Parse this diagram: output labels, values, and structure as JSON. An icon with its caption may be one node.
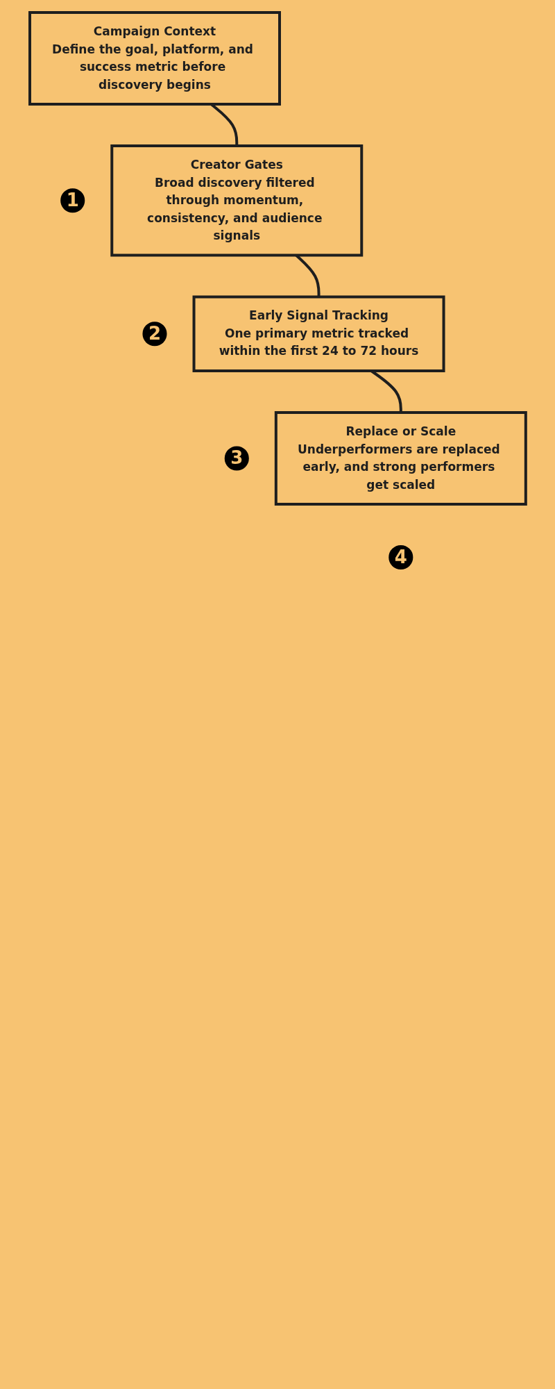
{
  "diagram": {
    "nodes": [
      {
        "text": [
          "Campaign Context",
          "Define the goal, platform, and success metric before discovery begins"
        ]
      },
      {
        "text": [
          "1"
        ]
      },
      {
        "text": [
          "Creator Gates",
          "Broad discovery filtered through momentum, consistency, and audience signals"
        ]
      },
      {
        "text": [
          "2"
        ]
      },
      {
        "text": [
          "Early Signal Tracking",
          "One primary metric tracked within the first 24 to 72 hours"
        ]
      },
      {
        "text": [
          "3"
        ]
      },
      {
        "text": [
          "Replace or Scale",
          "Underperformers are replaced early, and strong performers get scaled"
        ]
      },
      {
        "text": [
          "4"
        ]
      }
    ],
    "edges": [
      {
        "from": 0,
        "to": 2,
        "arrow": "none"
      },
      {
        "from": 2,
        "to": 4,
        "arrow": "none"
      },
      {
        "from": 4,
        "to": 6,
        "arrow": "none"
      }
    ]
  }
}
